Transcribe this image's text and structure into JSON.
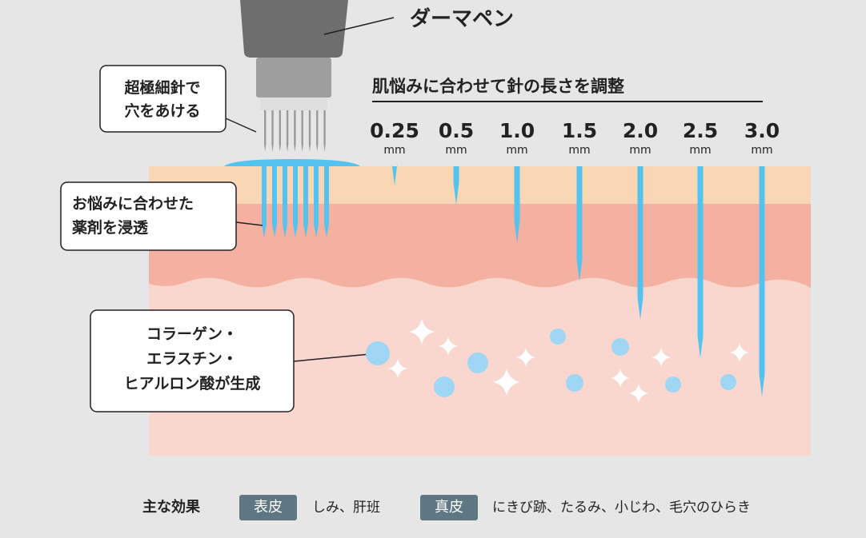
{
  "pen_label": "ダーマペン",
  "callouts": {
    "needle": [
      "超極細針で",
      "穴をあける"
    ],
    "serum": [
      "お悩みに合わせた",
      "薬剤を浸透"
    ],
    "collagen": [
      "コラーゲン・",
      "エラスチン・",
      "ヒアルロン酸が生成"
    ]
  },
  "adjust_title": "肌悩みに合わせて針の長さを調整",
  "needle_lengths": [
    {
      "value": "0.25",
      "unit": "mm",
      "depth_mm": 0.25
    },
    {
      "value": "0.5",
      "unit": "mm",
      "depth_mm": 0.5
    },
    {
      "value": "1.0",
      "unit": "mm",
      "depth_mm": 1.0
    },
    {
      "value": "1.5",
      "unit": "mm",
      "depth_mm": 1.5
    },
    {
      "value": "2.0",
      "unit": "mm",
      "depth_mm": 2.0
    },
    {
      "value": "2.5",
      "unit": "mm",
      "depth_mm": 2.5
    },
    {
      "value": "3.0",
      "unit": "mm",
      "depth_mm": 3.0
    }
  ],
  "legend": {
    "title": "主な効果",
    "epidermis_tag": "表皮",
    "epidermis_effects": "しみ、肝班",
    "dermis_tag": "真皮",
    "dermis_effects": "にきび跡、たるみ、小じわ、毛穴のひらき"
  },
  "colors": {
    "background": "#e6e6e6",
    "epidermis": "#f9d7b4",
    "dermis": "#f4b0a0",
    "subdermis": "#f9d7cf",
    "needle_blue": "#55c3ef",
    "pen_dark": "#6e6e6e",
    "pen_mid": "#9e9e9e",
    "tag": "#5f7783"
  }
}
